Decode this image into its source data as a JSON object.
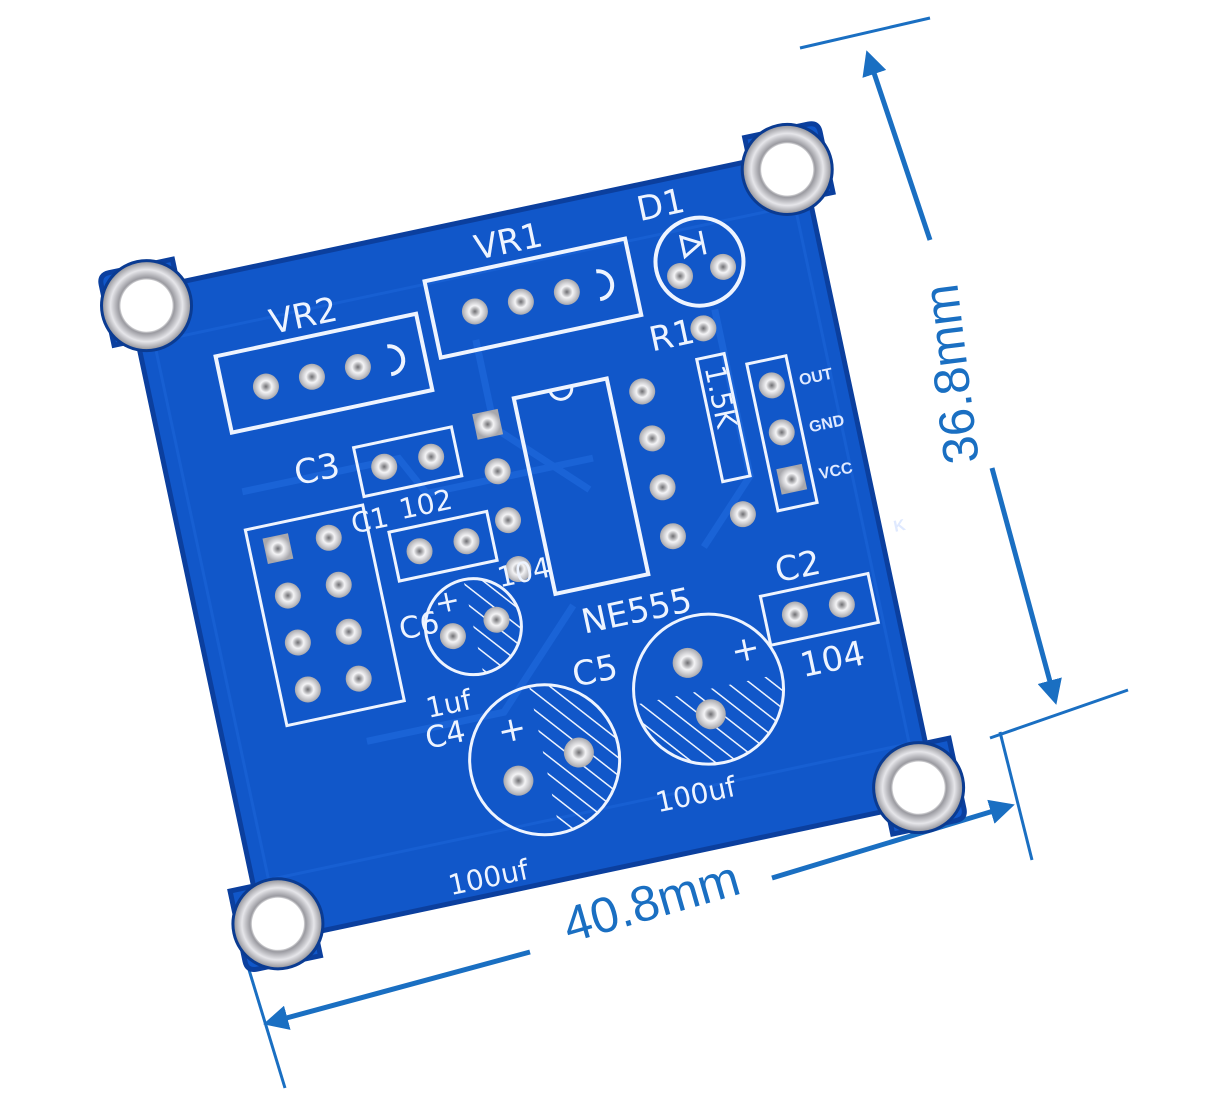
{
  "photo": {
    "subject": "blue NE555 circuit board with dimension annotations",
    "colors": {
      "board": "#1157c9",
      "board_edge": "#0b3f9e",
      "silkscreen": "#eef4ff",
      "pad_metal": "#c9c9cc",
      "dimension": "#1a6fc2",
      "background": "#ffffff"
    }
  },
  "dimensions": {
    "height": "36.8mm",
    "width": "40.8mm"
  },
  "silkscreen": {
    "vr2": "VR2",
    "vr1": "VR1",
    "d1": "D1",
    "r1": "R1",
    "r1_value": "1.5K",
    "c3": "C3",
    "c3_value": "102",
    "c1": "C1",
    "c1_value": "104",
    "c6": "C6",
    "c6_value": "1uf",
    "c4": "C4",
    "c4_value": "100uf",
    "c5": "C5",
    "c5_value": "100uf",
    "ic": "NE555",
    "c2": "C2",
    "c2_value": "104",
    "out": "OUT",
    "gnd": "GND",
    "vcc": "VCC",
    "k": "K",
    "plus": "+"
  }
}
